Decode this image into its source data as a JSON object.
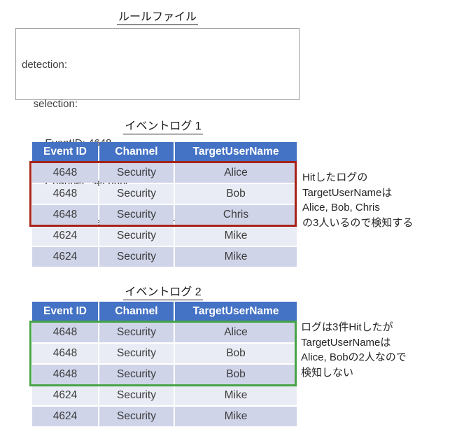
{
  "rule_file": {
    "title": "ルールファイル",
    "lines": [
      "detection:",
      "    selection:",
      "        EventID: 4648",
      "        Channel: Security",
      "    condition: selection | count(TargetUserName) >= 3"
    ]
  },
  "colors": {
    "table_header_bg": "#4472C4",
    "row_band_dark": "#CFD4E9",
    "row_band_light": "#EAECF5",
    "hit_outline_log1": "#A82318",
    "hit_outline_log2": "#47A347"
  },
  "log1": {
    "title": "イベントログ 1",
    "columns": [
      "Event ID",
      "Channel",
      "TargetUserName"
    ],
    "rows": [
      [
        "4648",
        "Security",
        "Alice"
      ],
      [
        "4648",
        "Security",
        "Bob"
      ],
      [
        "4648",
        "Security",
        "Chris"
      ],
      [
        "4624",
        "Security",
        "Mike"
      ],
      [
        "4624",
        "Security",
        "Mike"
      ]
    ],
    "highlighted_row_indexes": [
      0,
      1,
      2
    ],
    "annotation": [
      "Hitしたログの",
      "TargetUserNameは",
      "Alice, Bob, Chris",
      "の3人いるので検知する"
    ]
  },
  "log2": {
    "title": "イベントログ 2",
    "columns": [
      "Event ID",
      "Channel",
      "TargetUserName"
    ],
    "rows": [
      [
        "4648",
        "Security",
        "Alice"
      ],
      [
        "4648",
        "Security",
        "Bob"
      ],
      [
        "4648",
        "Security",
        "Bob"
      ],
      [
        "4624",
        "Security",
        "Mike"
      ],
      [
        "4624",
        "Security",
        "Mike"
      ]
    ],
    "highlighted_row_indexes": [
      0,
      1,
      2
    ],
    "annotation": [
      "ログは3件Hitしたが",
      "TargetUserNameは",
      "Alice, Bobの2人なので",
      "検知しない"
    ]
  }
}
